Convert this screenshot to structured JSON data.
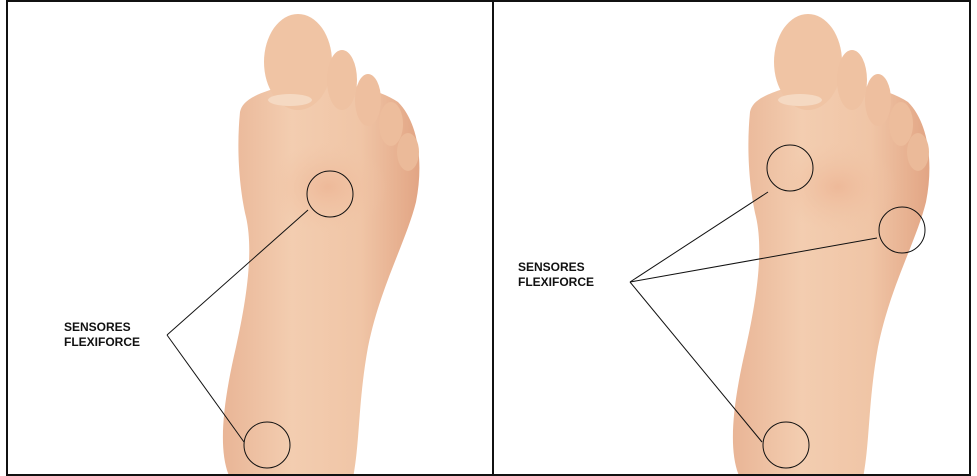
{
  "colors": {
    "skin": "#f1c8a8",
    "skin_shadow": "#e2a584",
    "toe_nail": "#f6dcc9",
    "outline": "#111111",
    "frame": "#111111",
    "background": "#ffffff"
  },
  "panels": [
    {
      "id": "left",
      "label_line1": "SENSORES",
      "label_line2": "FLEXIFORCE",
      "sensor_count": 2
    },
    {
      "id": "right",
      "label_line1": "SENSORES",
      "label_line2": "FLEXIFORCE",
      "sensor_count": 3
    }
  ]
}
